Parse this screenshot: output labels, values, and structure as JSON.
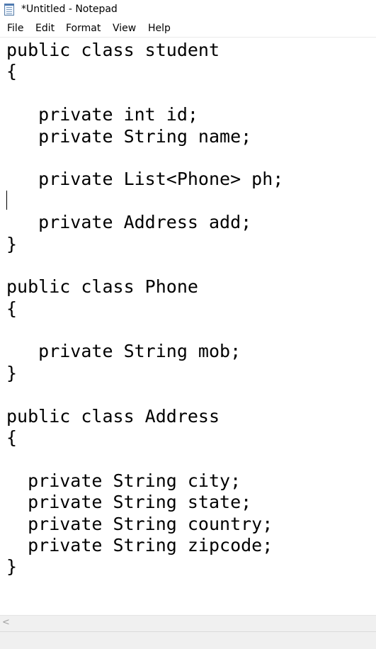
{
  "window": {
    "title": "*Untitled - Notepad",
    "icon": "notepad-icon"
  },
  "menu": [
    "File",
    "Edit",
    "Format",
    "View",
    "Help"
  ],
  "editor": {
    "lines": [
      "public class student",
      "{",
      "",
      "   private int id;",
      "   private String name;",
      "",
      "   private List<Phone> ph;",
      "",
      "   private Address add;",
      "}",
      "",
      "public class Phone",
      "{",
      "",
      "   private String mob;",
      "}",
      "",
      "public class Address",
      "{",
      "",
      "  private String city;",
      "  private String state;",
      "  private String country;",
      "  private String zipcode;",
      "}"
    ]
  },
  "scrollbar": {
    "left_arrow": "<"
  }
}
